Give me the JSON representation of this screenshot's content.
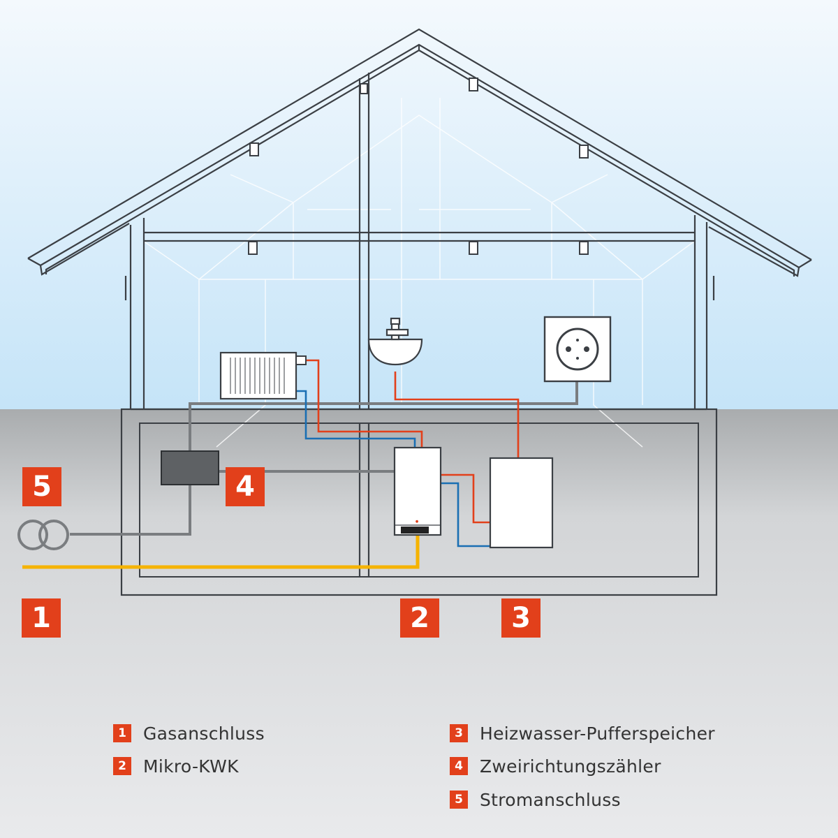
{
  "badges": {
    "gas": "1",
    "chp": "2",
    "buffer": "3",
    "meter": "4",
    "power": "5"
  },
  "legend": [
    {
      "number": "1",
      "label": "Gasanschluss"
    },
    {
      "number": "2",
      "label": "Mikro-KWK"
    },
    {
      "number": "3",
      "label": "Heizwasser-Pufferspeicher"
    },
    {
      "number": "4",
      "label": "Zweirichtungszähler"
    },
    {
      "number": "5",
      "label": "Stromanschluss"
    }
  ],
  "colors": {
    "accent": "#e2401b",
    "gas_line": "#f5b300",
    "hot_water": "#e2401b",
    "cold_water": "#1a6fb3",
    "electric_line": "#777777",
    "sky_top": "#d3ebfa",
    "ground": "#e6e8ea"
  },
  "icons": [
    "radiator-icon",
    "sink-icon",
    "power-outlet-icon",
    "electricity-meter-icon",
    "mini-chp-unit-icon",
    "buffer-tank-icon",
    "transformer-icon"
  ]
}
